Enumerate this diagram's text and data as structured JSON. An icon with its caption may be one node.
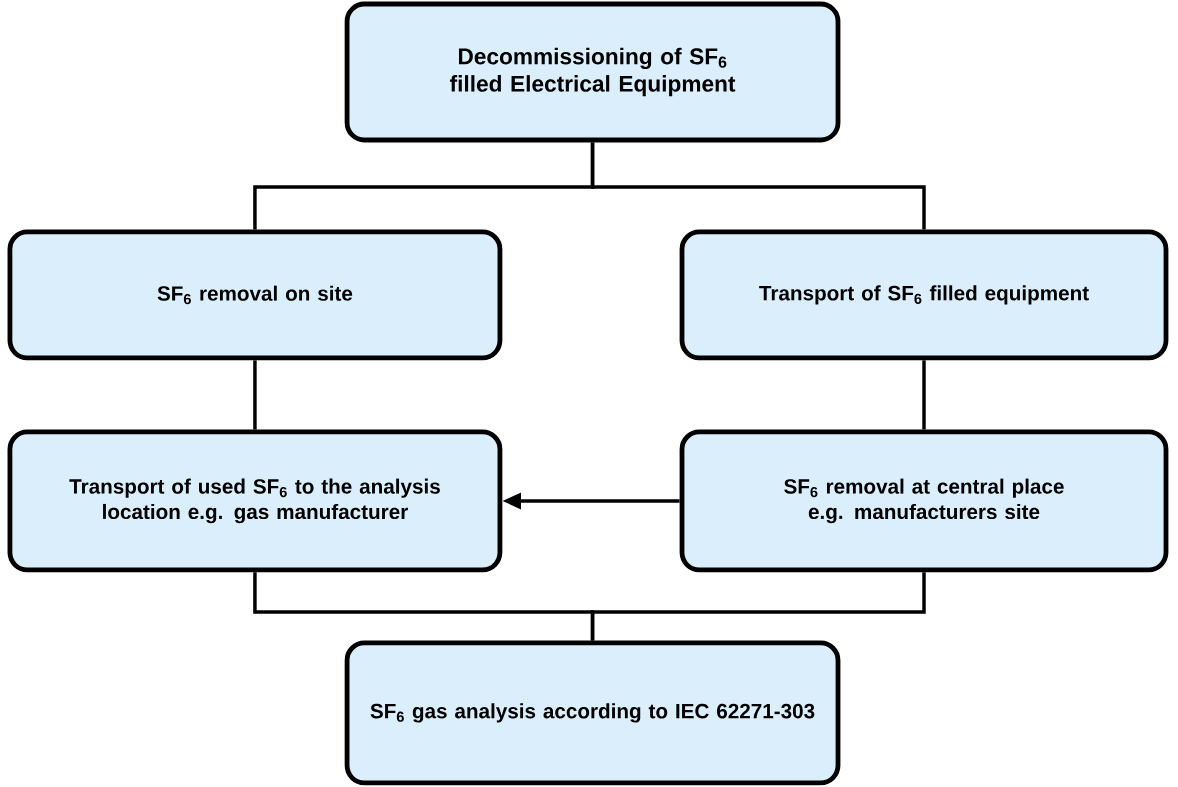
{
  "diagram": {
    "nodes": [
      {
        "text": [
          "Decommissioning of SF$_{6}$ filled Electrical Equipment"
        ]
      },
      {
        "text": [
          "SF$_{6}$ removal on site"
        ]
      },
      {
        "text": [
          "Transport of SF$_{6}$ filled equipment"
        ]
      },
      {
        "text": [
          "Transport of used SF$_{6}$ to the analysis location e.g. gas manufacturer"
        ]
      },
      {
        "text": [
          "SF$_{6}$ removal at central place e.g. manufacturers site"
        ]
      },
      {
        "text": [
          "SF$_{6}$ gas analysis according to IEC 62271-303"
        ]
      }
    ],
    "edges": [
      {
        "from": 0,
        "to": 1,
        "arrow": "none"
      },
      {
        "from": 0,
        "to": 2,
        "arrow": "none"
      },
      {
        "from": 1,
        "to": 3,
        "arrow": "none"
      },
      {
        "from": 2,
        "to": 4,
        "arrow": "none"
      },
      {
        "from": 4,
        "to": 3,
        "arrow": "to"
      },
      {
        "from": 3,
        "to": 5,
        "arrow": "none"
      },
      {
        "from": 4,
        "to": 5,
        "arrow": "none"
      }
    ]
  }
}
